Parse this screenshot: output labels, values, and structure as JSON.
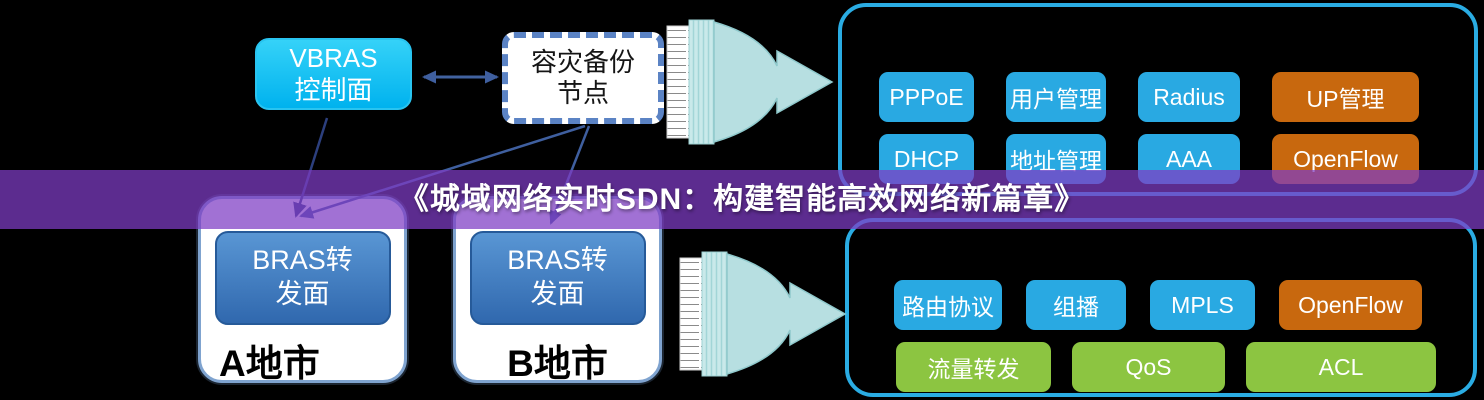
{
  "title": {
    "text": "《城域网络实时SDN：构建智能高效网络新篇章》"
  },
  "colors": {
    "background": "#000000",
    "banner_purple": "#5c2e91",
    "panel_border_cyan": "#2aace3",
    "chip_cyan": "#29a9e2",
    "chip_orange": "#c8680e",
    "chip_green": "#8cc541",
    "vbras_cyan": "#00b2ee",
    "bras_blue": "#3068ae",
    "connector_blue": "#3f5f9f",
    "funnel_teal": "#b7dfe1",
    "dashed_border_blue": "#5b83c4"
  },
  "nodes": {
    "vbras": {
      "line1": "VBRAS",
      "line2": "控制面"
    },
    "backup": {
      "line1": "容灾备份",
      "line2": "节点"
    },
    "city_a": {
      "chip": "BRAS转发面",
      "label": "A地市"
    },
    "city_b": {
      "chip": "BRAS转发面",
      "label": "B地市"
    }
  },
  "panels": {
    "control": {
      "buttons": [
        {
          "label": "PPPoE",
          "color": "cyan"
        },
        {
          "label": "用户管理",
          "color": "cyan"
        },
        {
          "label": "Radius",
          "color": "cyan"
        },
        {
          "label": "UP管理",
          "color": "orange"
        },
        {
          "label": "DHCP",
          "color": "cyan"
        },
        {
          "label": "地址管理",
          "color": "cyan"
        },
        {
          "label": "AAA",
          "color": "cyan"
        },
        {
          "label": "OpenFlow",
          "color": "orange"
        }
      ]
    },
    "forwarding": {
      "buttons": [
        {
          "label": "路由协议",
          "color": "cyan"
        },
        {
          "label": "组播",
          "color": "cyan"
        },
        {
          "label": "MPLS",
          "color": "cyan"
        },
        {
          "label": "OpenFlow",
          "color": "orange"
        },
        {
          "label": "流量转发",
          "color": "green"
        },
        {
          "label": "QoS",
          "color": "green"
        },
        {
          "label": "ACL",
          "color": "green"
        }
      ]
    }
  }
}
